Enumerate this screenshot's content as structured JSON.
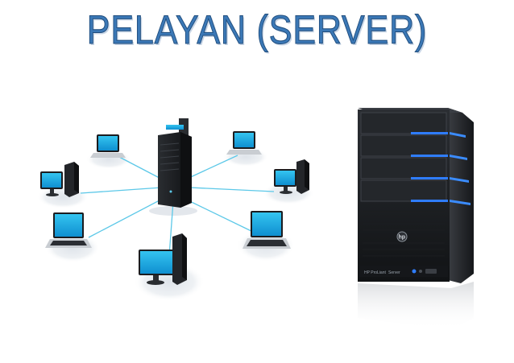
{
  "slide": {
    "title": "PELAYAN (SERVER)"
  },
  "server_tower": {
    "brand_logo": "hp",
    "model_label": "HP ProLiant",
    "model_label_suffix": "Server"
  },
  "colors": {
    "title_fill": "#3b78b6",
    "title_stroke": "#1f4c7c",
    "link_line": "#5cc8e8",
    "screen": "#1aa8e0",
    "led_blue": "#2f7dff",
    "server_body": "#1d1f22"
  },
  "icons": {
    "hub_server": "tower-server-icon",
    "clients": [
      "laptop-icon",
      "desktop-computer-icon"
    ]
  }
}
